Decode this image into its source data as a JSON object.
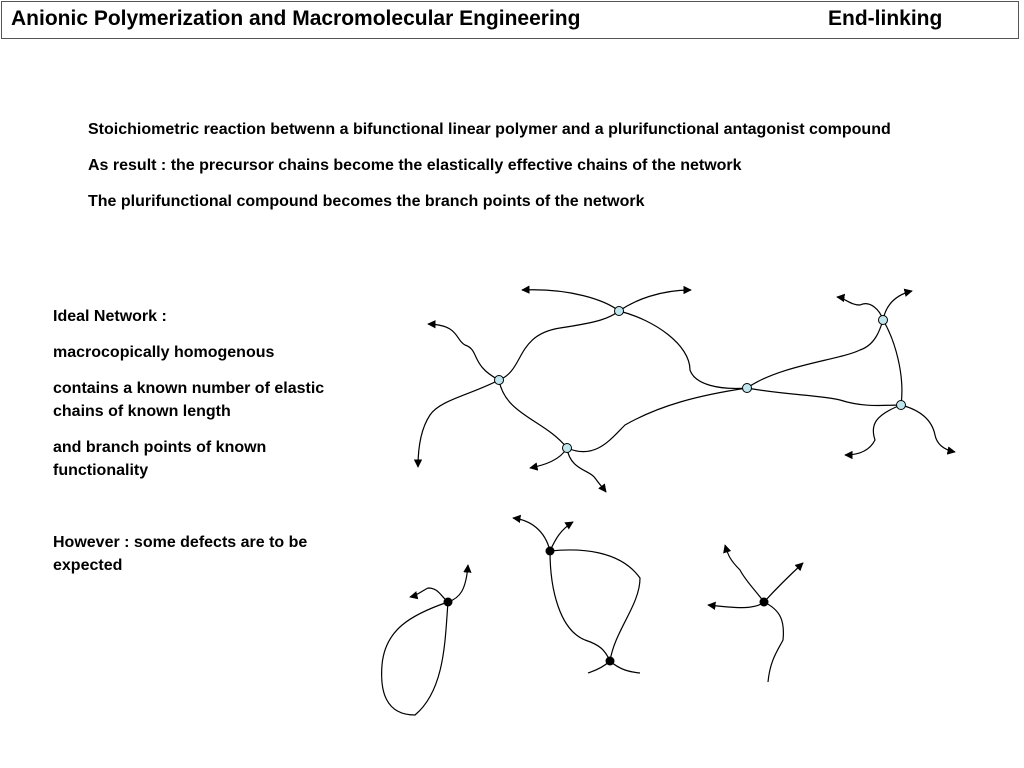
{
  "header": {
    "title": "Anionic Polymerization and Macromolecular Engineering",
    "topic": "End-linking"
  },
  "intro": [
    "Stoichiometric reaction betwenn a bifunctional linear polymer and a plurifunctional antagonist compound",
    "As result : the precursor chains become the elastically effective chains of the network",
    "The plurifunctional compound becomes the branch points of the network"
  ],
  "side": {
    "ideal_heading": "Ideal Network :",
    "ideal_points": [
      "macrocopically homogenous",
      "contains a known number of elastic chains of known length",
      "and branch points of known functionality"
    ],
    "defects": "However : some defects are to be expected"
  },
  "colors": {
    "ideal_node_fill": "#bfe6ee",
    "defect_node_fill": "#000000",
    "line": "#000000"
  }
}
